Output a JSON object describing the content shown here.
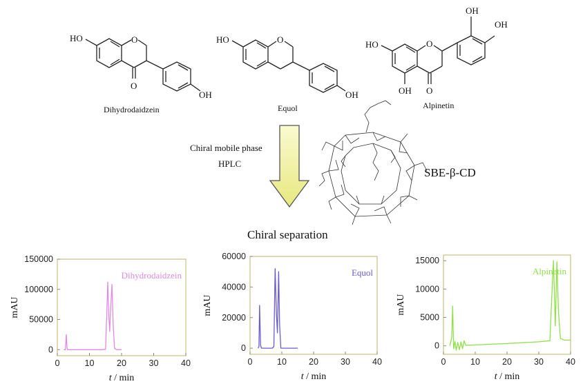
{
  "compounds": {
    "dihydrodaidzein": "Dihydrodaidzein",
    "equol": "Equol",
    "alpinetin": "Alpinetin"
  },
  "atoms": {
    "ho": "HO",
    "oh": "OH",
    "o": "O"
  },
  "process": {
    "line1": "Chiral mobile phase",
    "line2": "HPLC",
    "selector": "SBE-β-CD",
    "result": "Chiral separation"
  },
  "colors": {
    "dihydrodaidzein": "#e08ae0",
    "equol": "#6a5acd",
    "alpinetin": "#8fe04a",
    "arrow_fill": "#f3f3a0",
    "frame": "#c8c080"
  },
  "chart_data": [
    {
      "type": "line",
      "legend": "Dihydrodaidzein",
      "xlabel_var": "t",
      "xlabel_unit": "/ min",
      "ylabel": "mAU",
      "xlim": [
        0,
        40
      ],
      "ylim": [
        -10000,
        150000
      ],
      "xticks": [
        0,
        10,
        20,
        30,
        40
      ],
      "yticks": [
        0,
        50000,
        100000,
        150000
      ],
      "color": "#e08ae0",
      "x": [
        2.0,
        2.5,
        2.8,
        3.0,
        3.2,
        3.5,
        4.0,
        6.0,
        10.0,
        14.0,
        15.0,
        15.4,
        15.7,
        16.0,
        16.3,
        16.6,
        17.0,
        17.4,
        17.8,
        18.5,
        20.0
      ],
      "y": [
        0,
        0,
        25000,
        3000,
        0,
        0,
        0,
        0,
        0,
        0,
        500,
        60000,
        112000,
        60000,
        30000,
        70000,
        108000,
        40000,
        2000,
        0,
        0
      ]
    },
    {
      "type": "line",
      "legend": "Equol",
      "xlabel_var": "t",
      "xlabel_unit": "/ min",
      "ylabel": "mAU",
      "xlim": [
        0,
        40
      ],
      "ylim": [
        -4000,
        60000
      ],
      "xticks": [
        0,
        10,
        20,
        30,
        40
      ],
      "yticks": [
        0,
        20000,
        40000,
        60000
      ],
      "color": "#6a5acd",
      "x": [
        2.5,
        2.8,
        3.0,
        3.3,
        3.6,
        4.0,
        5.0,
        7.0,
        7.5,
        7.9,
        8.3,
        8.6,
        9.0,
        9.3,
        9.7,
        10.5,
        12.0,
        15.0
      ],
      "y": [
        0,
        1000,
        28000,
        2000,
        0,
        0,
        0,
        0,
        1000,
        52000,
        22000,
        10000,
        50000,
        15000,
        0,
        0,
        0,
        0
      ]
    },
    {
      "type": "line",
      "legend": "Alpinetin",
      "xlabel_var": "t",
      "xlabel_unit": "/ min",
      "ylabel": "mAU",
      "xlim": [
        0,
        40
      ],
      "ylim": [
        -1500,
        16000
      ],
      "xticks": [
        0,
        10,
        20,
        30,
        40
      ],
      "yticks": [
        0,
        5000,
        10000,
        15000
      ],
      "color": "#8fe04a",
      "x": [
        2.0,
        2.6,
        2.9,
        3.2,
        3.6,
        4.0,
        4.5,
        5.0,
        5.5,
        6.0,
        6.5,
        7.0,
        8.0,
        12.0,
        20.0,
        30.0,
        33.5,
        34.2,
        34.6,
        35.2,
        35.7,
        36.2,
        36.8,
        38.0,
        40.0
      ],
      "y": [
        0,
        1500,
        7000,
        -500,
        800,
        -800,
        600,
        -700,
        700,
        -500,
        900,
        100,
        100,
        200,
        400,
        700,
        900,
        10000,
        15000,
        3500,
        14800,
        6000,
        1300,
        1000,
        1000
      ]
    }
  ]
}
